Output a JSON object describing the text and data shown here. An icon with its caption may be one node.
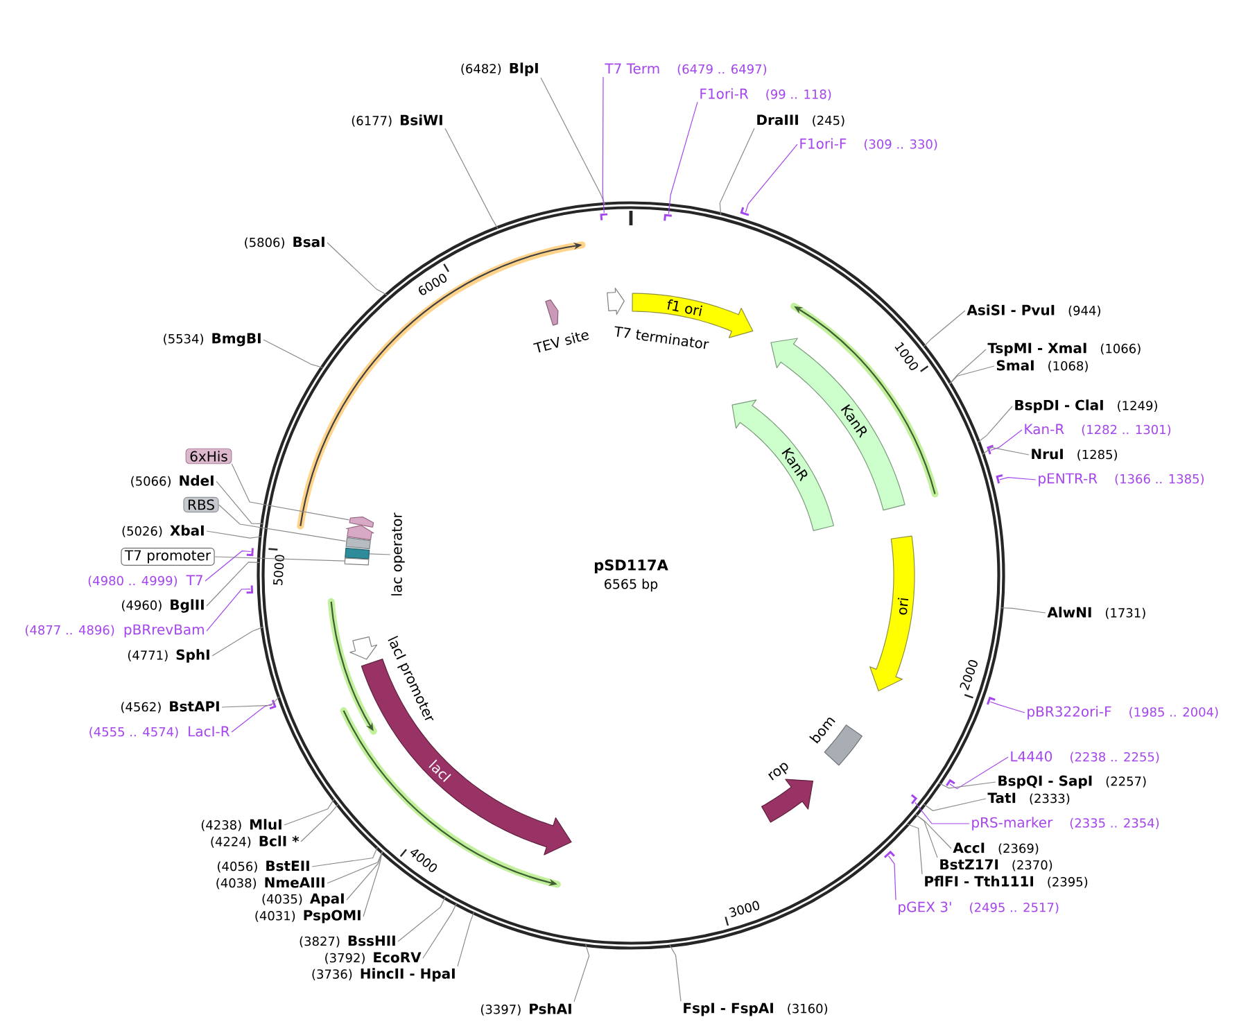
{
  "diagram": {
    "nodes": [
      {
        "text": [
          "pSD117A",
          "6565 bp"
        ]
      },
      {
        "text": [
          "T7 terminator"
        ],
        "in": 0
      },
      {
        "text": [
          "f1 ori"
        ],
        "in": 0
      },
      {
        "text": [
          "KanR"
        ],
        "in": 0
      },
      {
        "text": [
          "KanR"
        ],
        "in": 0
      },
      {
        "text": [
          "ori"
        ],
        "in": 0
      },
      {
        "text": [
          "bom"
        ],
        "in": 0
      },
      {
        "text": [
          "rop"
        ],
        "in": 0
      },
      {
        "text": [
          "lacI"
        ],
        "in": 0
      },
      {
        "text": [
          "lacI promoter"
        ],
        "in": 0
      },
      {
        "text": [],
        "shape": "arrow",
        "in": 0
      },
      {
        "text": [],
        "shape": "arrow",
        "in": 0
      },
      {
        "text": [],
        "shape": "box",
        "in": 0
      },
      {
        "text": [],
        "shape": "box",
        "in": 0
      },
      {
        "text": [],
        "shape": "box",
        "in": 0
      },
      {
        "text": [
          "TEV site"
        ],
        "in": 0
      },
      {
        "text": [
          "lac operator"
        ],
        "in": 0
      },
      {
        "text": [
          "(6482)",
          "BlpI"
        ]
      },
      {
        "text": [
          "T7 Term",
          "(6479 .. 6497)"
        ]
      },
      {
        "text": [
          "F1ori-R",
          "(99 .. 118)"
        ]
      },
      {
        "text": [
          "DraIII",
          "(245)"
        ]
      },
      {
        "text": [
          "F1ori-F",
          "(309 .. 330)"
        ]
      },
      {
        "text": [
          "AsiSI - PvuI",
          "(944)"
        ]
      },
      {
        "text": [
          "TspMI - XmaI",
          "(1066)"
        ]
      },
      {
        "text": [
          "SmaI",
          "(1068)"
        ]
      },
      {
        "text": [
          "BspDI - ClaI",
          "(1249)"
        ]
      },
      {
        "text": [
          "Kan-R",
          "(1282 .. 1301)"
        ]
      },
      {
        "text": [
          "NruI",
          "(1285)"
        ]
      },
      {
        "text": [
          "pENTR-R",
          "(1366 .. 1385)"
        ]
      },
      {
        "text": [
          "AlwNI",
          "(1731)"
        ]
      },
      {
        "text": [
          "pBR322ori-F",
          "(1985 .. 2004)"
        ]
      },
      {
        "text": [
          "L4440",
          "(2238 .. 2255)"
        ]
      },
      {
        "text": [
          "BspQI - SapI",
          "(2257)"
        ]
      },
      {
        "text": [
          "TatI",
          "(2333)"
        ]
      },
      {
        "text": [
          "pRS-marker",
          "(2335 .. 2354)"
        ]
      },
      {
        "text": [
          "AccI",
          "(2369)"
        ]
      },
      {
        "text": [
          "BstZ17I",
          "(2370)"
        ]
      },
      {
        "text": [
          "PflFI - Tth111I",
          "(2395)"
        ]
      },
      {
        "text": [
          "pGEX 3'",
          "(2495 .. 2517)"
        ]
      },
      {
        "text": [
          "FspI - FspAI",
          "(3160)"
        ]
      },
      {
        "text": [
          "(3397)",
          "PshAI"
        ]
      },
      {
        "text": [
          "(3736)",
          "HincII - HpaI"
        ]
      },
      {
        "text": [
          "(3792)",
          "EcoRV"
        ]
      },
      {
        "text": [
          "(3827)",
          "BssHII"
        ]
      },
      {
        "text": [
          "(4031)",
          "PspOMI"
        ]
      },
      {
        "text": [
          "(4035)",
          "ApaI"
        ]
      },
      {
        "text": [
          "(4038)",
          "NmeAIII"
        ]
      },
      {
        "text": [
          "(4056)",
          "BstEII"
        ]
      },
      {
        "text": [
          "(4224)",
          "BclI *"
        ]
      },
      {
        "text": [
          "(4238)",
          "MluI"
        ]
      },
      {
        "text": [
          "(4555 .. 4574)",
          "LacI-R"
        ]
      },
      {
        "text": [
          "(4562)",
          "BstAPI"
        ]
      },
      {
        "text": [
          "(4771)",
          "SphI"
        ]
      },
      {
        "text": [
          "(4877 .. 4896)",
          "pBRrevBam"
        ]
      },
      {
        "text": [
          "(4960)",
          "BglII"
        ]
      },
      {
        "text": [
          "(4980 .. 4999)",
          "T7"
        ]
      },
      {
        "text": [
          "T7 promoter"
        ]
      },
      {
        "text": [
          "(5026)",
          "XbaI"
        ]
      },
      {
        "text": [
          "RBS"
        ]
      },
      {
        "text": [
          "(5066)",
          "NdeI"
        ]
      },
      {
        "text": [
          "6xHis"
        ]
      },
      {
        "text": [
          "(5534)",
          "BmgBI"
        ]
      },
      {
        "text": [
          "(5806)",
          "BsaI"
        ]
      },
      {
        "text": [
          "(6177)",
          "BsiWI"
        ]
      },
      {
        "text": [],
        "shape": "bar",
        "in": 0
      },
      {
        "text": [],
        "shape": "bar",
        "in": 0
      },
      {
        "text": [],
        "shape": "bar"
      },
      {
        "text": [],
        "shape": "bar"
      },
      {
        "text": [],
        "shape": "bar"
      },
      {
        "text": [],
        "shape": "bar"
      },
      {
        "text": [],
        "shape": "bar"
      },
      {
        "text": [],
        "shape": "bar",
        "in": 0
      },
      {
        "text": [],
        "shape": "bar"
      },
      {
        "text": [],
        "shape": "bar"
      },
      {
        "text": [],
        "shape": "bar"
      },
      {
        "text": [],
        "shape": "bar"
      }
    ],
    "edges": [
      {
        "from": 17,
        "to": 0,
        "arrow": "none"
      },
      {
        "from": 18,
        "to": 64,
        "arrow": "none",
        "color": "#a445ee"
      },
      {
        "from": 19,
        "to": 65,
        "arrow": "none",
        "color": "#a445ee"
      },
      {
        "from": 20,
        "to": 0,
        "arrow": "none"
      },
      {
        "from": 21,
        "to": 66,
        "arrow": "none",
        "color": "#a445ee"
      },
      {
        "from": 22,
        "to": 0,
        "arrow": "none"
      },
      {
        "from": 23,
        "to": 0,
        "arrow": "none"
      },
      {
        "from": 24,
        "to": 0,
        "arrow": "none"
      },
      {
        "from": 25,
        "to": 0,
        "arrow": "none"
      },
      {
        "from": 26,
        "to": 67,
        "arrow": "none",
        "color": "#a445ee"
      },
      {
        "from": 27,
        "to": 0,
        "arrow": "none"
      },
      {
        "from": 28,
        "to": 68,
        "arrow": "none",
        "color": "#a445ee"
      },
      {
        "from": 29,
        "to": 0,
        "arrow": "none"
      },
      {
        "from": 30,
        "to": 69,
        "arrow": "none",
        "color": "#a445ee"
      },
      {
        "from": 31,
        "to": 70,
        "arrow": "none",
        "color": "#a445ee"
      },
      {
        "from": 32,
        "to": 0,
        "arrow": "none"
      },
      {
        "from": 33,
        "to": 0,
        "arrow": "none"
      },
      {
        "from": 34,
        "to": 71,
        "arrow": "none",
        "color": "#a445ee"
      },
      {
        "from": 35,
        "to": 0,
        "arrow": "none"
      },
      {
        "from": 36,
        "to": 0,
        "arrow": "none"
      },
      {
        "from": 37,
        "to": 0,
        "arrow": "none"
      },
      {
        "from": 38,
        "to": 72,
        "arrow": "none",
        "color": "#a445ee"
      },
      {
        "from": 39,
        "to": 0,
        "arrow": "none"
      },
      {
        "from": 40,
        "to": 0,
        "arrow": "none"
      },
      {
        "from": 41,
        "to": 0,
        "arrow": "none"
      },
      {
        "from": 42,
        "to": 0,
        "arrow": "none"
      },
      {
        "from": 43,
        "to": 0,
        "arrow": "none"
      },
      {
        "from": 44,
        "to": 0,
        "arrow": "none"
      },
      {
        "from": 45,
        "to": 0,
        "arrow": "none"
      },
      {
        "from": 46,
        "to": 0,
        "arrow": "none"
      },
      {
        "from": 47,
        "to": 0,
        "arrow": "none"
      },
      {
        "from": 48,
        "to": 0,
        "arrow": "none"
      },
      {
        "from": 49,
        "to": 0,
        "arrow": "none"
      },
      {
        "from": 50,
        "to": 73,
        "arrow": "none",
        "color": "#a445ee"
      },
      {
        "from": 51,
        "to": 0,
        "arrow": "none"
      },
      {
        "from": 52,
        "to": 0,
        "arrow": "none"
      },
      {
        "from": 53,
        "to": 74,
        "arrow": "none",
        "color": "#a445ee"
      },
      {
        "from": 54,
        "to": 0,
        "arrow": "none"
      },
      {
        "from": 55,
        "to": 75,
        "arrow": "none",
        "color": "#a445ee"
      },
      {
        "from": 56,
        "to": 14,
        "arrow": "none"
      },
      {
        "from": 57,
        "to": 0,
        "arrow": "none"
      },
      {
        "from": 58,
        "to": 12,
        "arrow": "none"
      },
      {
        "from": 59,
        "to": 0,
        "arrow": "none"
      },
      {
        "from": 60,
        "to": 10,
        "arrow": "none"
      },
      {
        "from": 61,
        "to": 0,
        "arrow": "none"
      },
      {
        "from": 62,
        "to": 0,
        "arrow": "none"
      },
      {
        "from": 63,
        "to": 0,
        "arrow": "none"
      },
      {
        "from": 16,
        "to": 13,
        "arrow": "none"
      }
    ],
    "labels": [
      "1000",
      "2000",
      "3000",
      "4000",
      "5000",
      "6000"
    ]
  }
}
